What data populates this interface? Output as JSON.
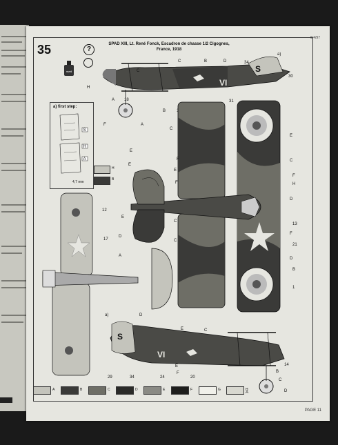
{
  "page": {
    "code": "5/4/97",
    "page_number": "PAGE 11",
    "step_number": "35",
    "help_symbol": "?",
    "glue_label": "revell",
    "title_line1": "SPAD XIII, Lt. René Fonck, Escadron de chasse 1/2 Cigognes,",
    "title_line2": "France, 1918"
  },
  "first_step": {
    "label": "a) first step:",
    "size": "4,7 mm",
    "markers": [
      "S",
      "H",
      "A"
    ]
  },
  "side_legend": [
    "H",
    "B"
  ],
  "bottom_legend": [
    "A",
    "B",
    "C",
    "D",
    "E",
    "F",
    "G",
    "H"
  ],
  "callouts": {
    "top_side": [
      "C",
      "B",
      "D",
      "34",
      "a)",
      "S",
      "30",
      "VI",
      "31",
      "14",
      "18",
      "B",
      "A",
      "F",
      "A",
      "C",
      "H"
    ],
    "wings": [
      "C",
      "E",
      "E",
      "F",
      "C",
      "C",
      "D",
      "12",
      "17",
      "A",
      "E",
      "F",
      "E",
      "F",
      "D",
      "H",
      "D",
      "21",
      "13",
      "B",
      "F",
      "1",
      "E",
      "C"
    ],
    "bottom_side": [
      "a)",
      "S",
      "D",
      "C",
      "E",
      "VI",
      "29",
      "34",
      "24",
      "20",
      "E",
      "F",
      "A",
      "B",
      "C",
      "D",
      "14"
    ]
  },
  "colors": {
    "olive": "#6e6e66",
    "dark": "#3a3a38",
    "light": "#c4c4bc",
    "sky": "#a8a8a2"
  }
}
